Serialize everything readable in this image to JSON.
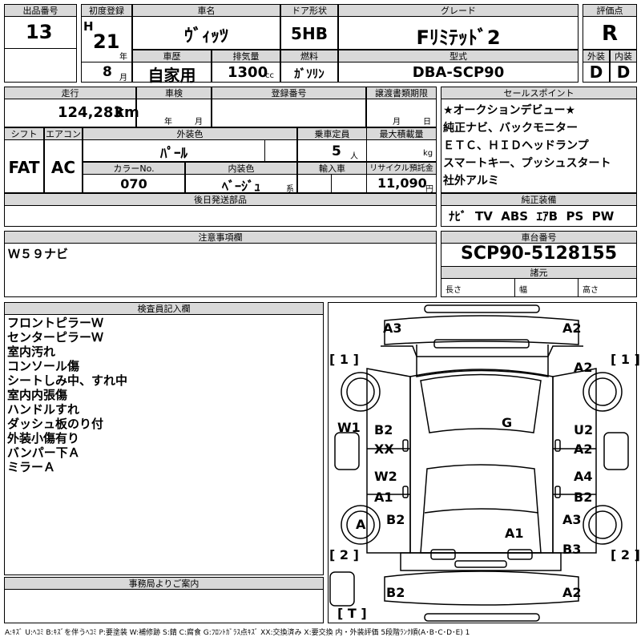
{
  "header": {
    "lot_no_label": "出品番号",
    "lot_no": "13",
    "first_reg_label": "初度登録",
    "era_letter": "H",
    "first_reg_year": "21",
    "year_unit": "年",
    "first_reg_month": "8",
    "month_unit": "月",
    "model_name_label": "車名",
    "model_name": "ｳﾞｨｯﾂ",
    "door_label": "ドア形状",
    "door": "5HB",
    "grade_label": "グレード",
    "grade": "Fﾘﾐﾃｯﾄﾞ2",
    "rating_label": "評価点",
    "rating": "R",
    "history_label": "車歴",
    "history": "自家用",
    "displacement_label": "排気量",
    "displacement": "1300",
    "displacement_unit": "cc",
    "fuel_label": "燃料",
    "fuel": "ｶﾞｿﾘﾝ",
    "model_code_label": "型式",
    "model_code": "DBA-SCP90",
    "exterior_label": "外装",
    "exterior": "D",
    "interior_label": "内装",
    "interior": "D"
  },
  "info": {
    "mileage_label": "走行",
    "mileage": "124,283",
    "mileage_unit": "km",
    "inspection_label": "車検",
    "year_unit": "年",
    "month_unit": "月",
    "reg_no_label": "登録番号",
    "transfer_label": "譲渡書類期限",
    "transfer_month": "月",
    "transfer_day": "日",
    "shift_label": "シフト",
    "shift": "FAT",
    "ac_label": "エアコン",
    "ac": "AC",
    "color_label": "外装色",
    "color": "ﾊﾟｰﾙ",
    "capacity_label": "乗車定員",
    "capacity": "5",
    "capacity_unit": "人",
    "load_label": "最大積載量",
    "load_unit": "kg",
    "color_no_label": "カラーNo.",
    "color_no": "070",
    "int_color_label": "内装色",
    "int_color": "ﾍﾞｰｼﾞｭ",
    "int_color_unit": "系",
    "import_label": "輸入車",
    "recycle_label": "リサイクル預託金",
    "recycle": "11,090",
    "recycle_unit": "円",
    "later_parts_label": "後日発送部品"
  },
  "sales": {
    "title": "セールスポイント",
    "lines": [
      "★オークションデビュー★",
      "純正ナビ、バックモニター",
      "ＥＴＣ、ＨＩＤヘッドランプ",
      "スマートキー、プッシュスタート",
      "社外アルミ"
    ]
  },
  "equipment": {
    "title": "純正装備",
    "items": [
      "ﾅﾋﾞ",
      "TV",
      "ABS",
      "ｴｱB",
      "PS",
      "PW"
    ]
  },
  "notes": {
    "title": "注意事項欄",
    "text": "Ｗ５９ナビ"
  },
  "chassis": {
    "title": "車台番号",
    "number": "SCP90-5128155",
    "specs_title": "諸元",
    "length_label": "長さ",
    "width_label": "幅",
    "height_label": "高さ"
  },
  "inspector": {
    "title": "検査員記入欄",
    "lines": [
      "フロントピラーＷ",
      "センターピラーＷ",
      "室内汚れ",
      "コンソール傷",
      "シートしみ中、すれ中",
      "室内内張傷",
      "ハンドルすれ",
      "ダッシュ板のり付",
      "外装小傷有り",
      "バンパー下Ａ",
      "ミラーＡ"
    ]
  },
  "office": {
    "title": "事務局よりご案内"
  },
  "diagram": {
    "labels": [
      "A3",
      "A2",
      "[ 1 ]",
      "[ 1 ]",
      "A2",
      "W1",
      "B2",
      "G",
      "U2",
      "XX",
      "A2",
      "W2",
      "A4",
      "A1",
      "B2",
      "A",
      "B2",
      "A3",
      "A1",
      "[ 2 ]",
      "B3",
      "[ 2 ]",
      "B2",
      "A2",
      "[ T ]"
    ]
  },
  "legend": "A:ｷｽﾞ U:ﾍｺﾐ B:ｷｽﾞを伴うﾍｺﾐ P:要塗装 W:補修跡 S:錆 C:腐食 G:ﾌﾛﾝﾄｶﾞﾗｽ点ｷｽﾞ XX:交換済み X:要交換 内・外装評価 5段階ﾗﾝｸ順(A･B･C･D･E) 1"
}
